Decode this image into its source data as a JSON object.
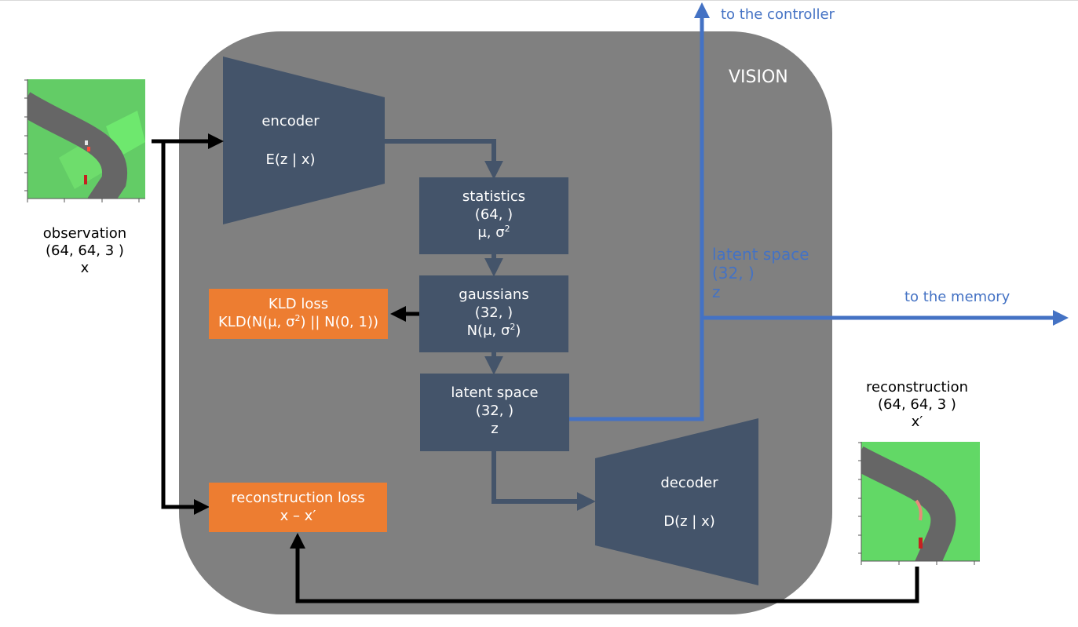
{
  "vision": {
    "label": "VISION"
  },
  "observation": {
    "title": "observation",
    "shape": "(64, 64, 3 )",
    "symbol": "x",
    "image": "road-track-observation-thumbnail"
  },
  "reconstruction": {
    "title": "reconstruction",
    "shape": "(64, 64, 3 )",
    "symbol": "x′",
    "image": "road-track-reconstruction-thumbnail"
  },
  "encoder": {
    "title": "encoder",
    "formula": "E(z | x)"
  },
  "decoder": {
    "title": "decoder",
    "formula": "D(z | x)"
  },
  "statistics": {
    "title": "statistics",
    "shape": "(64, )",
    "formula_base": "μ, σ",
    "formula_sup": "2"
  },
  "gaussians": {
    "title": "gaussians",
    "shape": "(32, )",
    "formula_pre": "N(μ, σ",
    "formula_sup": "2",
    "formula_post": ")"
  },
  "latent": {
    "title": "latent space",
    "shape": "(32, )",
    "symbol": "z"
  },
  "kld_loss": {
    "title": "KLD loss",
    "formula_pre": "KLD(N(μ, σ",
    "formula_sup": "2",
    "formula_post": ") || N(0, 1))"
  },
  "recon_loss": {
    "title": "reconstruction loss",
    "formula": "x – x′"
  },
  "outputs": {
    "controller": "to the controller",
    "memory": "to the memory",
    "latent_title": "latent space",
    "latent_shape": "(32, )",
    "latent_symbol": "z"
  },
  "colors": {
    "vision_bg": "#808080",
    "node": "#44546a",
    "loss": "#ed7d31",
    "output_arrow": "#4472c4",
    "data_arrow": "#000000"
  }
}
